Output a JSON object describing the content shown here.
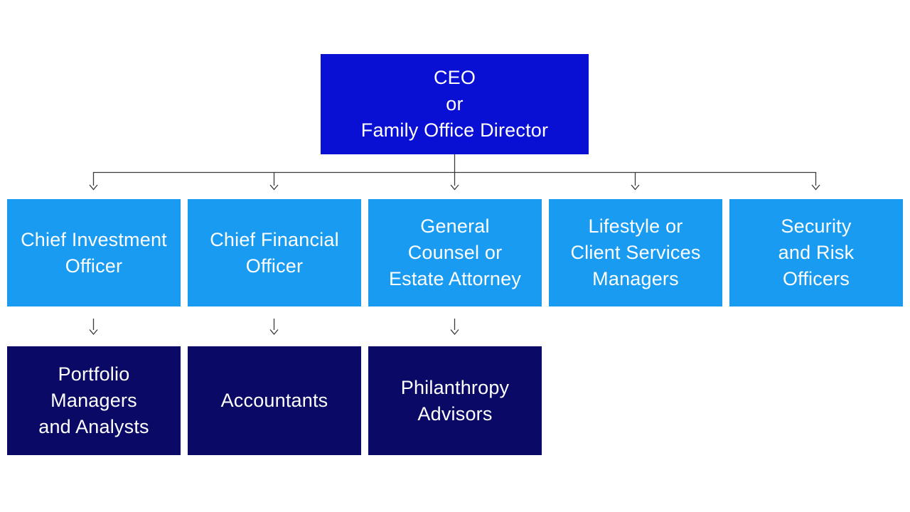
{
  "org_chart": {
    "type": "org-chart",
    "root": {
      "id": "ceo",
      "lines": [
        "CEO",
        "or",
        "Family Office Director"
      ]
    },
    "level2": [
      {
        "id": "chief-investment-officer",
        "parent": "ceo",
        "lines": [
          "Chief Investment",
          "Officer"
        ]
      },
      {
        "id": "chief-financial-officer",
        "parent": "ceo",
        "lines": [
          "Chief Financial",
          "Officer"
        ]
      },
      {
        "id": "general-counsel",
        "parent": "ceo",
        "lines": [
          "General",
          "Counsel or",
          "Estate Attorney"
        ]
      },
      {
        "id": "lifestyle-managers",
        "parent": "ceo",
        "lines": [
          "Lifestyle or",
          "Client Services",
          "Managers"
        ]
      },
      {
        "id": "security-risk-officers",
        "parent": "ceo",
        "lines": [
          "Security",
          "and Risk",
          "Officers"
        ]
      }
    ],
    "level3": [
      {
        "id": "portfolio-managers",
        "parent": "chief-investment-officer",
        "lines": [
          "Portfolio",
          "Managers",
          "and Analysts"
        ]
      },
      {
        "id": "accountants",
        "parent": "chief-financial-officer",
        "lines": [
          "Accountants"
        ]
      },
      {
        "id": "philanthropy-advisors",
        "parent": "general-counsel",
        "lines": [
          "Philanthropy",
          "Advisors"
        ]
      }
    ]
  },
  "colors": {
    "root_box": "#0a0fd4",
    "level2_box": "#189bf0",
    "level3_box": "#0a0a66",
    "text": "#ffffff",
    "connector": "#3a3a3a",
    "background": "#ffffff"
  }
}
